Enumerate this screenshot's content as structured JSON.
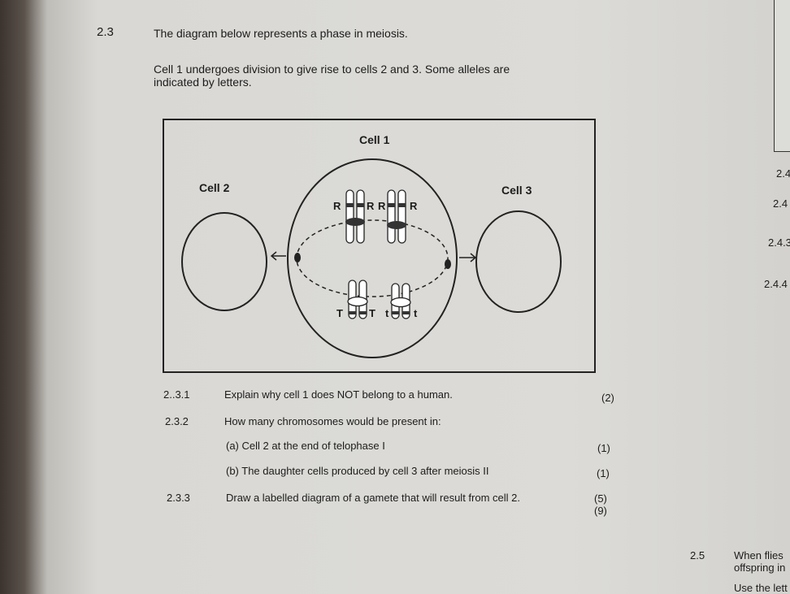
{
  "question": {
    "number": "2.3",
    "intro": "The diagram below represents a phase in meiosis.",
    "desc_line1": "Cell 1 undergoes division to give rise to cells 2 and 3. Some alleles are",
    "desc_line2": "indicated by letters."
  },
  "diagram": {
    "cell1_label": "Cell 1",
    "cell2_label": "Cell 2",
    "cell3_label": "Cell 3",
    "alleles_top": [
      "R",
      "R",
      "R",
      "R"
    ],
    "alleles_bottom": [
      "T",
      "T",
      "t",
      "t"
    ]
  },
  "subquestions": [
    {
      "number": "2..3.1",
      "text": "Explain why cell 1 does NOT belong to a human.",
      "marks": "(2)"
    },
    {
      "number": "2.3.2",
      "text": "How many chromosomes would be present in:",
      "marks": ""
    },
    {
      "number": "",
      "text": "(a)   Cell 2 at the end of telophase I",
      "marks": "(1)"
    },
    {
      "number": "",
      "text": "(b)   The daughter cells produced by cell 3 after meiosis II",
      "marks": "(1)"
    },
    {
      "number": "2.3.3",
      "text": "Draw a labelled diagram of a gamete that will result from cell 2.",
      "marks": "(5)"
    }
  ],
  "total_marks": "(9)",
  "side_page": [
    "2.4",
    "2.4",
    "2.4.3",
    "2.4.4"
  ],
  "next_question": {
    "number": "2.5",
    "line1": "When flies",
    "line2": "offspring in",
    "line3": "Use the lett"
  }
}
